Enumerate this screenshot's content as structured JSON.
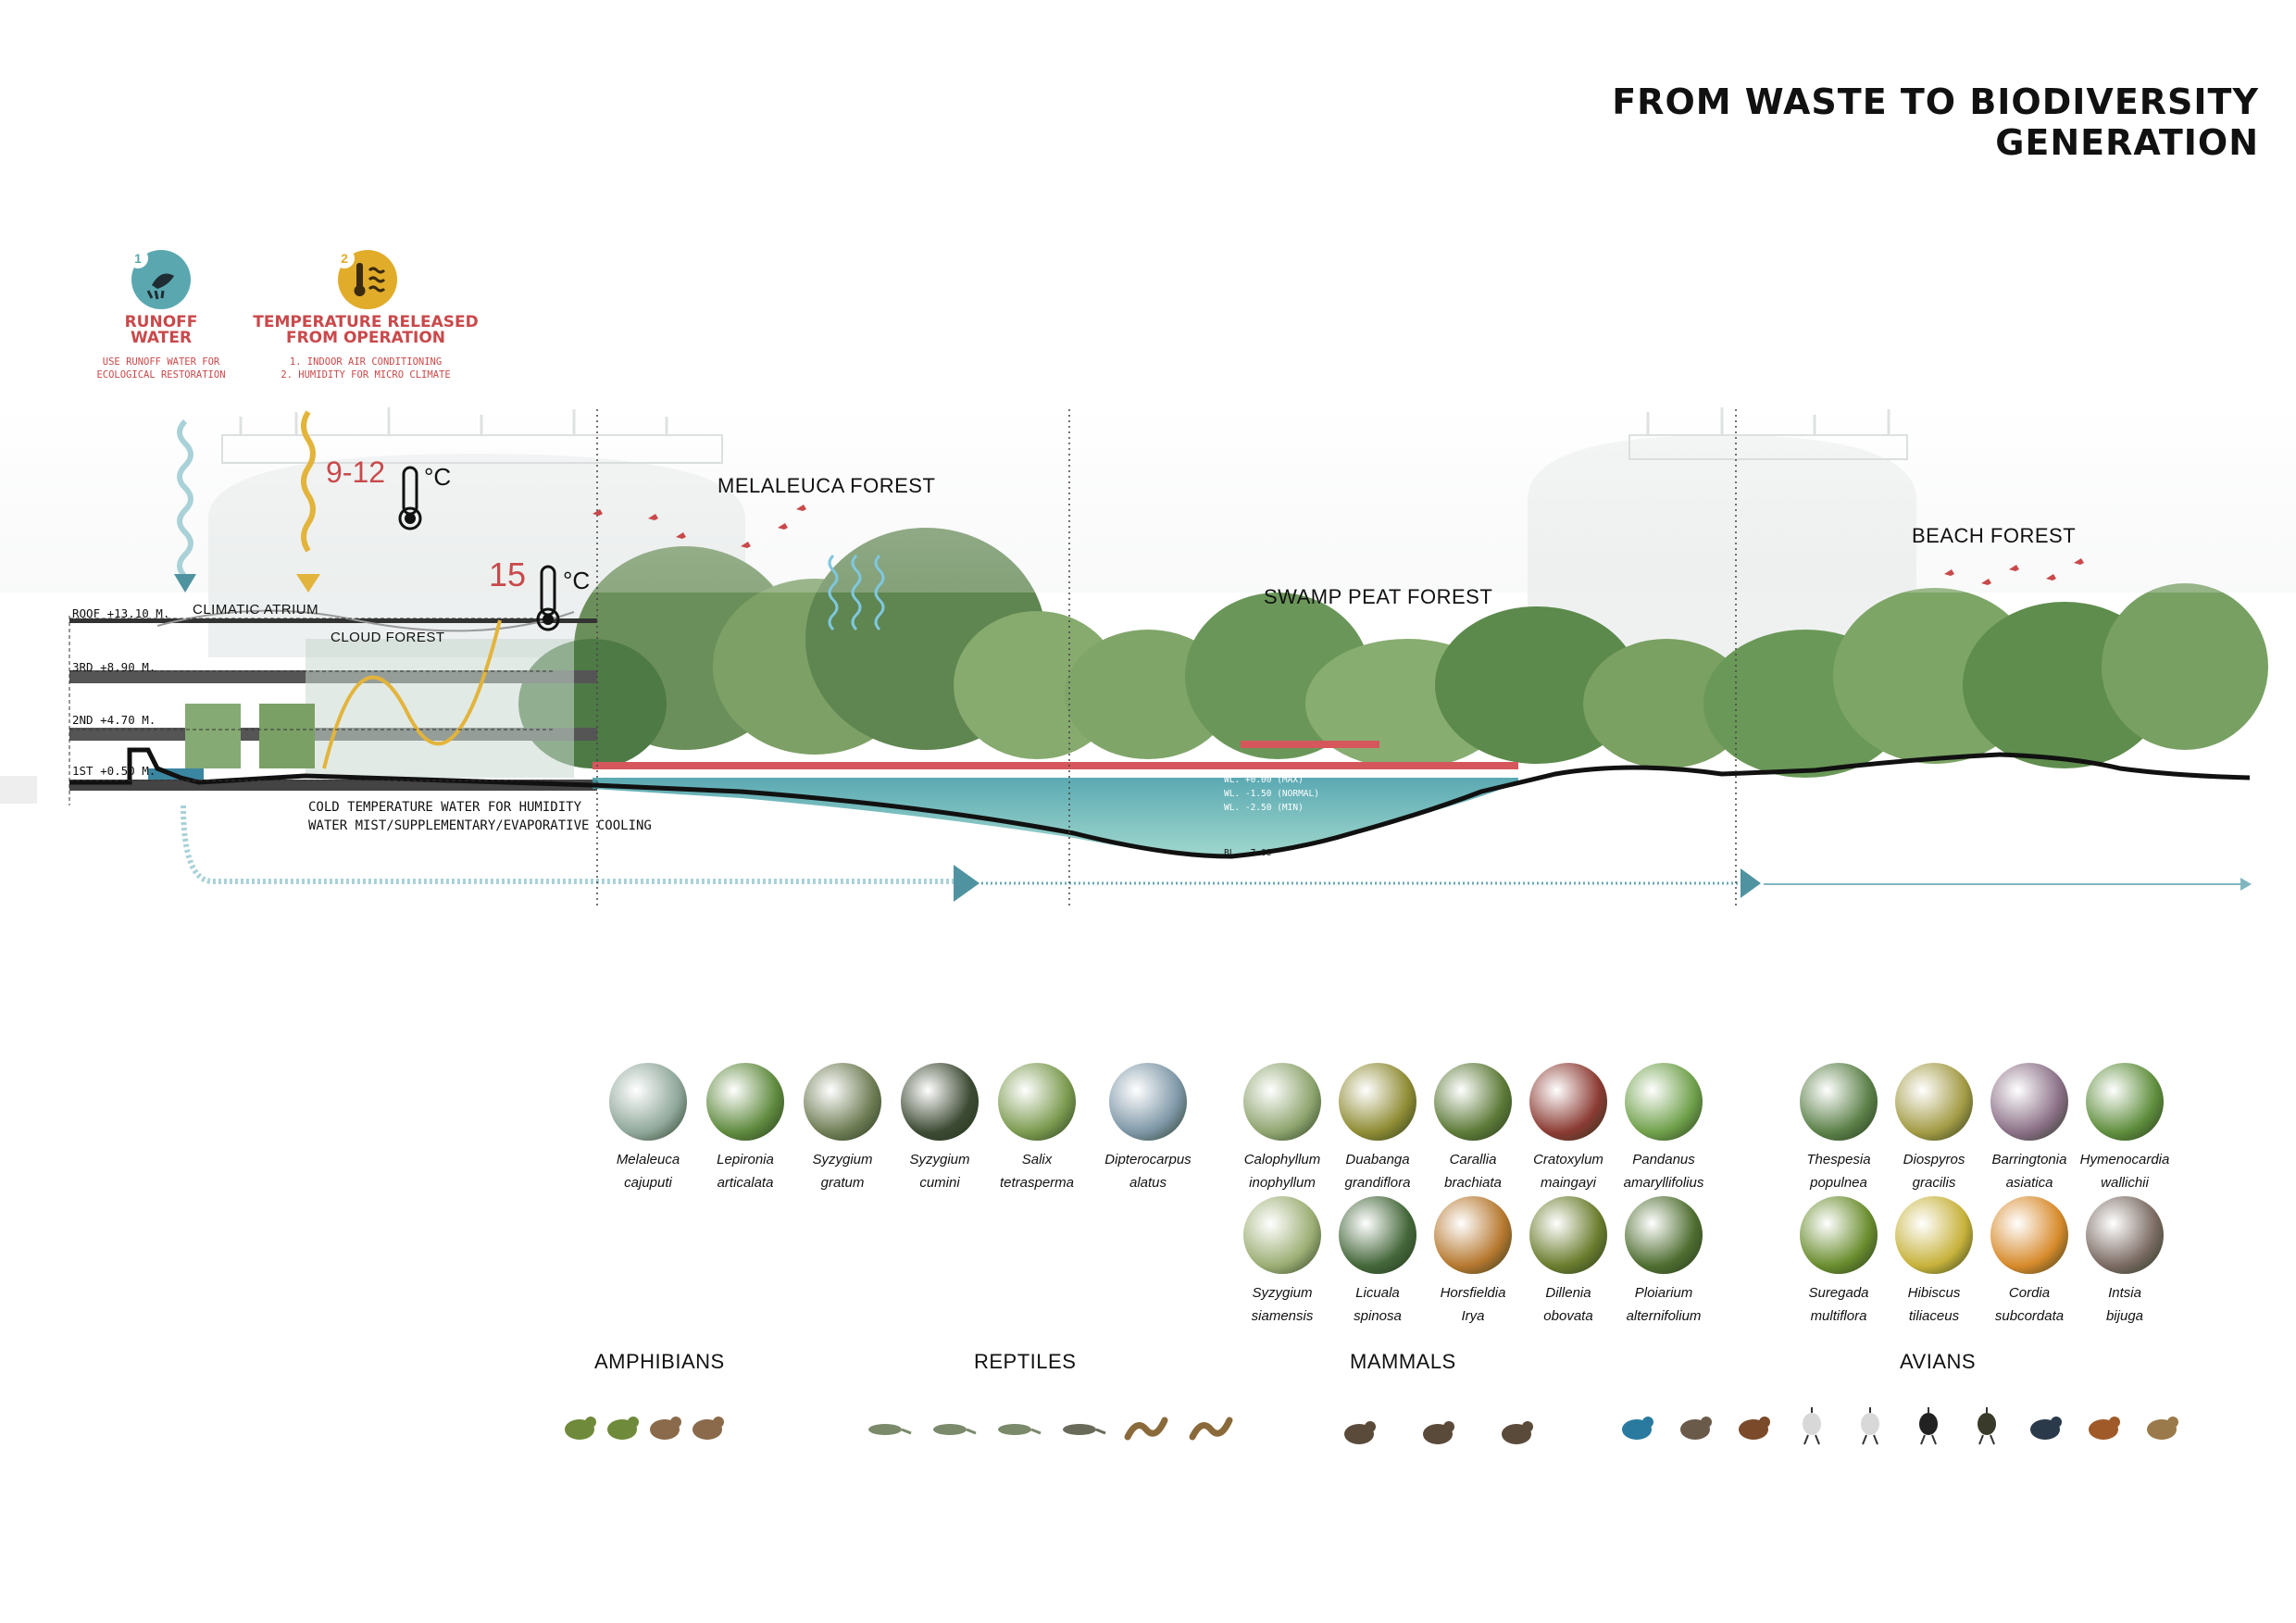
{
  "title": "FROM WASTE TO BIODIVERSITY GENERATION",
  "badges": [
    {
      "number": "1",
      "icon": "runoff-water-icon",
      "heading_line1": "RUNOFF",
      "heading_line2": "WATER",
      "sub_line1": "USE RUNOFF WATER FOR",
      "sub_line2": "ECOLOGICAL RESTORATION",
      "color": "#5aa7b0"
    },
    {
      "number": "2",
      "icon": "heat-waves-icon",
      "heading_line1": "TEMPERATURE RELEASED",
      "heading_line2": "FROM OPERATION",
      "sub_line1": "1. INDOOR AIR CONDITIONING",
      "sub_line2": "2. HUMIDITY FOR MICRO CLIMATE",
      "color": "#e0ac2a"
    }
  ],
  "temperatures": [
    {
      "value": "9-12",
      "unit": "°C"
    },
    {
      "value": "15",
      "unit": "°C"
    }
  ],
  "zones": {
    "melaleuca": "MELALEUCA FOREST",
    "swamp": "SWAMP PEAT FOREST",
    "beach": "BEACH FOREST",
    "climatic_atrium": "CLIMATIC ATRIUM",
    "cloud_forest": "CLOUD FOREST"
  },
  "levels": [
    "ROOF +13.10 M.",
    "3RD +8.90 M.",
    "2ND +4.70 M.",
    "1ST +0.50 M."
  ],
  "water_note": [
    "COLD TEMPERATURE WATER FOR HUMIDITY",
    "WATER MIST/SUPPLEMENTARY/EVAPORATIVE COOLING"
  ],
  "water_levels": [
    "WL. +0.00 (MAX)",
    "WL. -1.50 (NORMAL)",
    "WL. -2.50 (MIN)"
  ],
  "bottom_level": "BL. -7.00",
  "species": {
    "melaleuca": [
      {
        "l1": "Melaleuca",
        "l2": "cajuputi",
        "color": "#8fa79a"
      },
      {
        "l1": "Lepironia",
        "l2": "articalata",
        "color": "#5f8a3e"
      },
      {
        "l1": "Syzygium",
        "l2": "gratum",
        "color": "#6f7d55"
      },
      {
        "l1": "Syzygium",
        "l2": "cumini",
        "color": "#3d4a33"
      },
      {
        "l1": "Salix",
        "l2": "tetrasperma",
        "color": "#7b9a4f"
      }
    ],
    "dipterocarpus": [
      {
        "l1": "Dipterocarpus",
        "l2": "alatus",
        "color": "#7d96a6"
      }
    ],
    "swamp_row1": [
      {
        "l1": "Calophyllum",
        "l2": "inophyllum",
        "color": "#8ea46e"
      },
      {
        "l1": "Duabanga",
        "l2": "grandiflora",
        "color": "#8f8c34"
      },
      {
        "l1": "Carallia",
        "l2": "brachiata",
        "color": "#5d7a38"
      },
      {
        "l1": "Cratoxylum",
        "l2": "maingayi",
        "color": "#8b3b33"
      },
      {
        "l1": "Pandanus",
        "l2": "amaryllifolius",
        "color": "#6fa04a"
      }
    ],
    "swamp_row2": [
      {
        "l1": "Syzygium",
        "l2": "siamensis",
        "color": "#9cae74"
      },
      {
        "l1": "Licuala",
        "l2": "spinosa",
        "color": "#44673a"
      },
      {
        "l1": "Horsfieldia",
        "l2": "Irya",
        "color": "#b6782f"
      },
      {
        "l1": "Dillenia",
        "l2": "obovata",
        "color": "#6b7d2e"
      },
      {
        "l1": "Ploiarium",
        "l2": "alternifolium",
        "color": "#4f6e31"
      }
    ],
    "beach_row1": [
      {
        "l1": "Thespesia",
        "l2": "populnea",
        "color": "#5b8048"
      },
      {
        "l1": "Diospyros",
        "l2": "gracilis",
        "color": "#a39b45"
      },
      {
        "l1": "Barringtonia",
        "l2": "asiatica",
        "color": "#8a6f86"
      },
      {
        "l1": "Hymenocardia",
        "l2": "wallichii",
        "color": "#5f8e3d"
      }
    ],
    "beach_row2": [
      {
        "l1": "Suregada",
        "l2": "multiflora",
        "color": "#6a8d2e"
      },
      {
        "l1": "Hibiscus",
        "l2": "tiliaceus",
        "color": "#c7b23b"
      },
      {
        "l1": "Cordia",
        "l2": "subcordata",
        "color": "#d78a2b"
      },
      {
        "l1": "Intsia",
        "l2": "bijuga",
        "color": "#7a6a62"
      }
    ]
  },
  "fauna": {
    "amphibians": {
      "label": "AMPHIBIANS",
      "icons": [
        "frog-icon",
        "frog-icon",
        "toad-icon",
        "toad-icon"
      ]
    },
    "reptiles": {
      "label": "REPTILES",
      "icons": [
        "lizard-icon",
        "lizard-icon",
        "lizard-icon",
        "iguana-icon",
        "snake-icon",
        "snake-icon"
      ]
    },
    "mammals": {
      "label": "MAMMALS",
      "icons": [
        "squirrel-icon",
        "squirrel-icon",
        "squirrel-icon"
      ]
    },
    "avians": {
      "label": "AVIANS",
      "icons": [
        "kingfisher-icon",
        "duck-icon",
        "bird-icon",
        "stork-icon",
        "stork-icon",
        "cormorant-icon",
        "darter-icon",
        "swallow-icon",
        "kestrel-icon",
        "owl-icon"
      ]
    }
  }
}
